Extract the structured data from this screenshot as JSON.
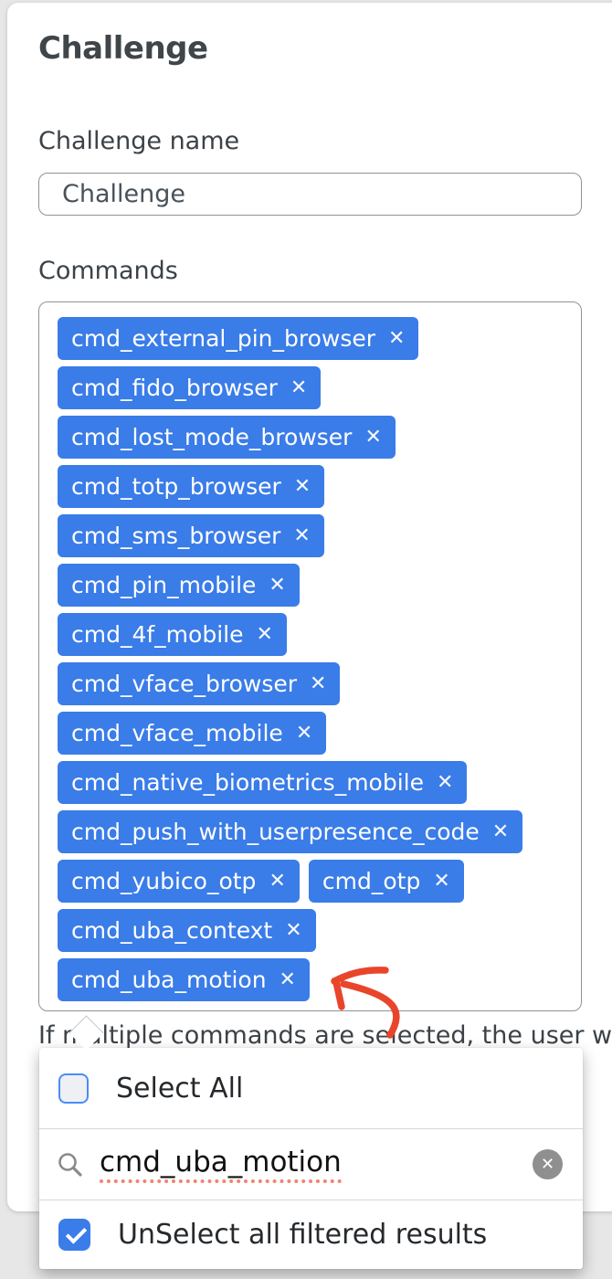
{
  "page": {
    "title": "Challenge",
    "name_label": "Challenge name",
    "name_value": "Challenge",
    "commands_label": "Commands",
    "note": "If multiple commands are selected, the user will"
  },
  "commands": {
    "remove_icon": "✕",
    "rows": [
      [
        "cmd_external_pin_browser"
      ],
      [
        "cmd_fido_browser"
      ],
      [
        "cmd_lost_mode_browser"
      ],
      [
        "cmd_totp_browser"
      ],
      [
        "cmd_sms_browser"
      ],
      [
        "cmd_pin_mobile"
      ],
      [
        "cmd_4f_mobile"
      ],
      [
        "cmd_vface_browser"
      ],
      [
        "cmd_vface_mobile"
      ],
      [
        "cmd_native_biometrics_mobile"
      ],
      [
        "cmd_push_with_userpresence_code"
      ],
      [
        "cmd_yubico_otp",
        "cmd_otp"
      ],
      [
        "cmd_uba_context"
      ],
      [
        "cmd_uba_motion"
      ]
    ]
  },
  "dropdown": {
    "select_all": {
      "label": "Select All",
      "checked": false
    },
    "search": {
      "value": "cmd_uba_motion",
      "clear_icon": "✕"
    },
    "unselect_filtered": {
      "label": "UnSelect all filtered results",
      "checked": true
    }
  },
  "annotation": {
    "arrow_target": "cmd_uba_motion"
  },
  "colors": {
    "chip_bg": "#3a7ce8",
    "checkbox_border": "#4a8cf7",
    "arrow": "#e8452b",
    "spellcheck_underline": "#f2836f"
  }
}
